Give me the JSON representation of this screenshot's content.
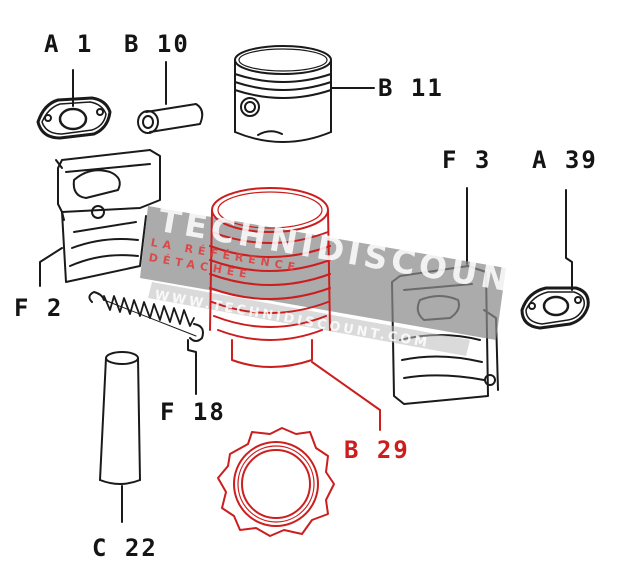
{
  "diagram": {
    "labels": [
      {
        "id": "A1",
        "text": "A 1"
      },
      {
        "id": "B10",
        "text": "B 10"
      },
      {
        "id": "B11",
        "text": "B 11"
      },
      {
        "id": "F3",
        "text": "F 3"
      },
      {
        "id": "A39",
        "text": "A 39"
      },
      {
        "id": "F2",
        "text": "F 2"
      },
      {
        "id": "F18",
        "text": "F 18"
      },
      {
        "id": "B29",
        "text": "B 29"
      },
      {
        "id": "C22",
        "text": "C 22"
      }
    ],
    "colors": {
      "line": "#1a1a1a",
      "highlight": "#cc1e1e",
      "watermark_band": "#8a8a8a"
    }
  },
  "watermark": {
    "brand": "TECHNIDISCOUNT",
    "tagline_1": "LA RÉFÉRENCE",
    "tagline_2": "DÉTACHÉE",
    "url": "WWW.TECHNIDISCOUNT.COM"
  }
}
